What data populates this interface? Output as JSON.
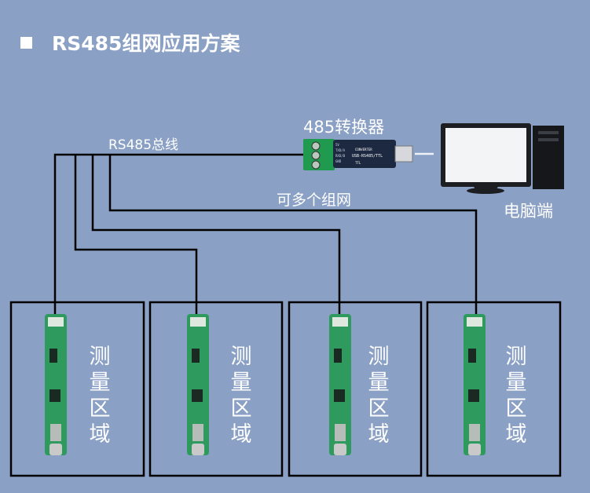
{
  "title": "RS485组网应用方案",
  "labels": {
    "bus": "RS485总线",
    "converter": "485转换器",
    "multi_network": "可多个组网",
    "pc": "电脑端"
  },
  "converter_print": {
    "line1": "USB-RS485/TTL",
    "line2": "CONVERTER",
    "pins": [
      "5V",
      "TXD/A",
      "RXD/B",
      "GND"
    ],
    "mark": "TTL"
  },
  "zones": [
    {
      "label": "测量区域"
    },
    {
      "label": "测量区域"
    },
    {
      "label": "测量区域"
    },
    {
      "label": "测量区域"
    }
  ],
  "colors": {
    "background": "#8aa0c4",
    "wire": "#000000",
    "board": "#2e9a5e",
    "text": "#ffffff"
  }
}
